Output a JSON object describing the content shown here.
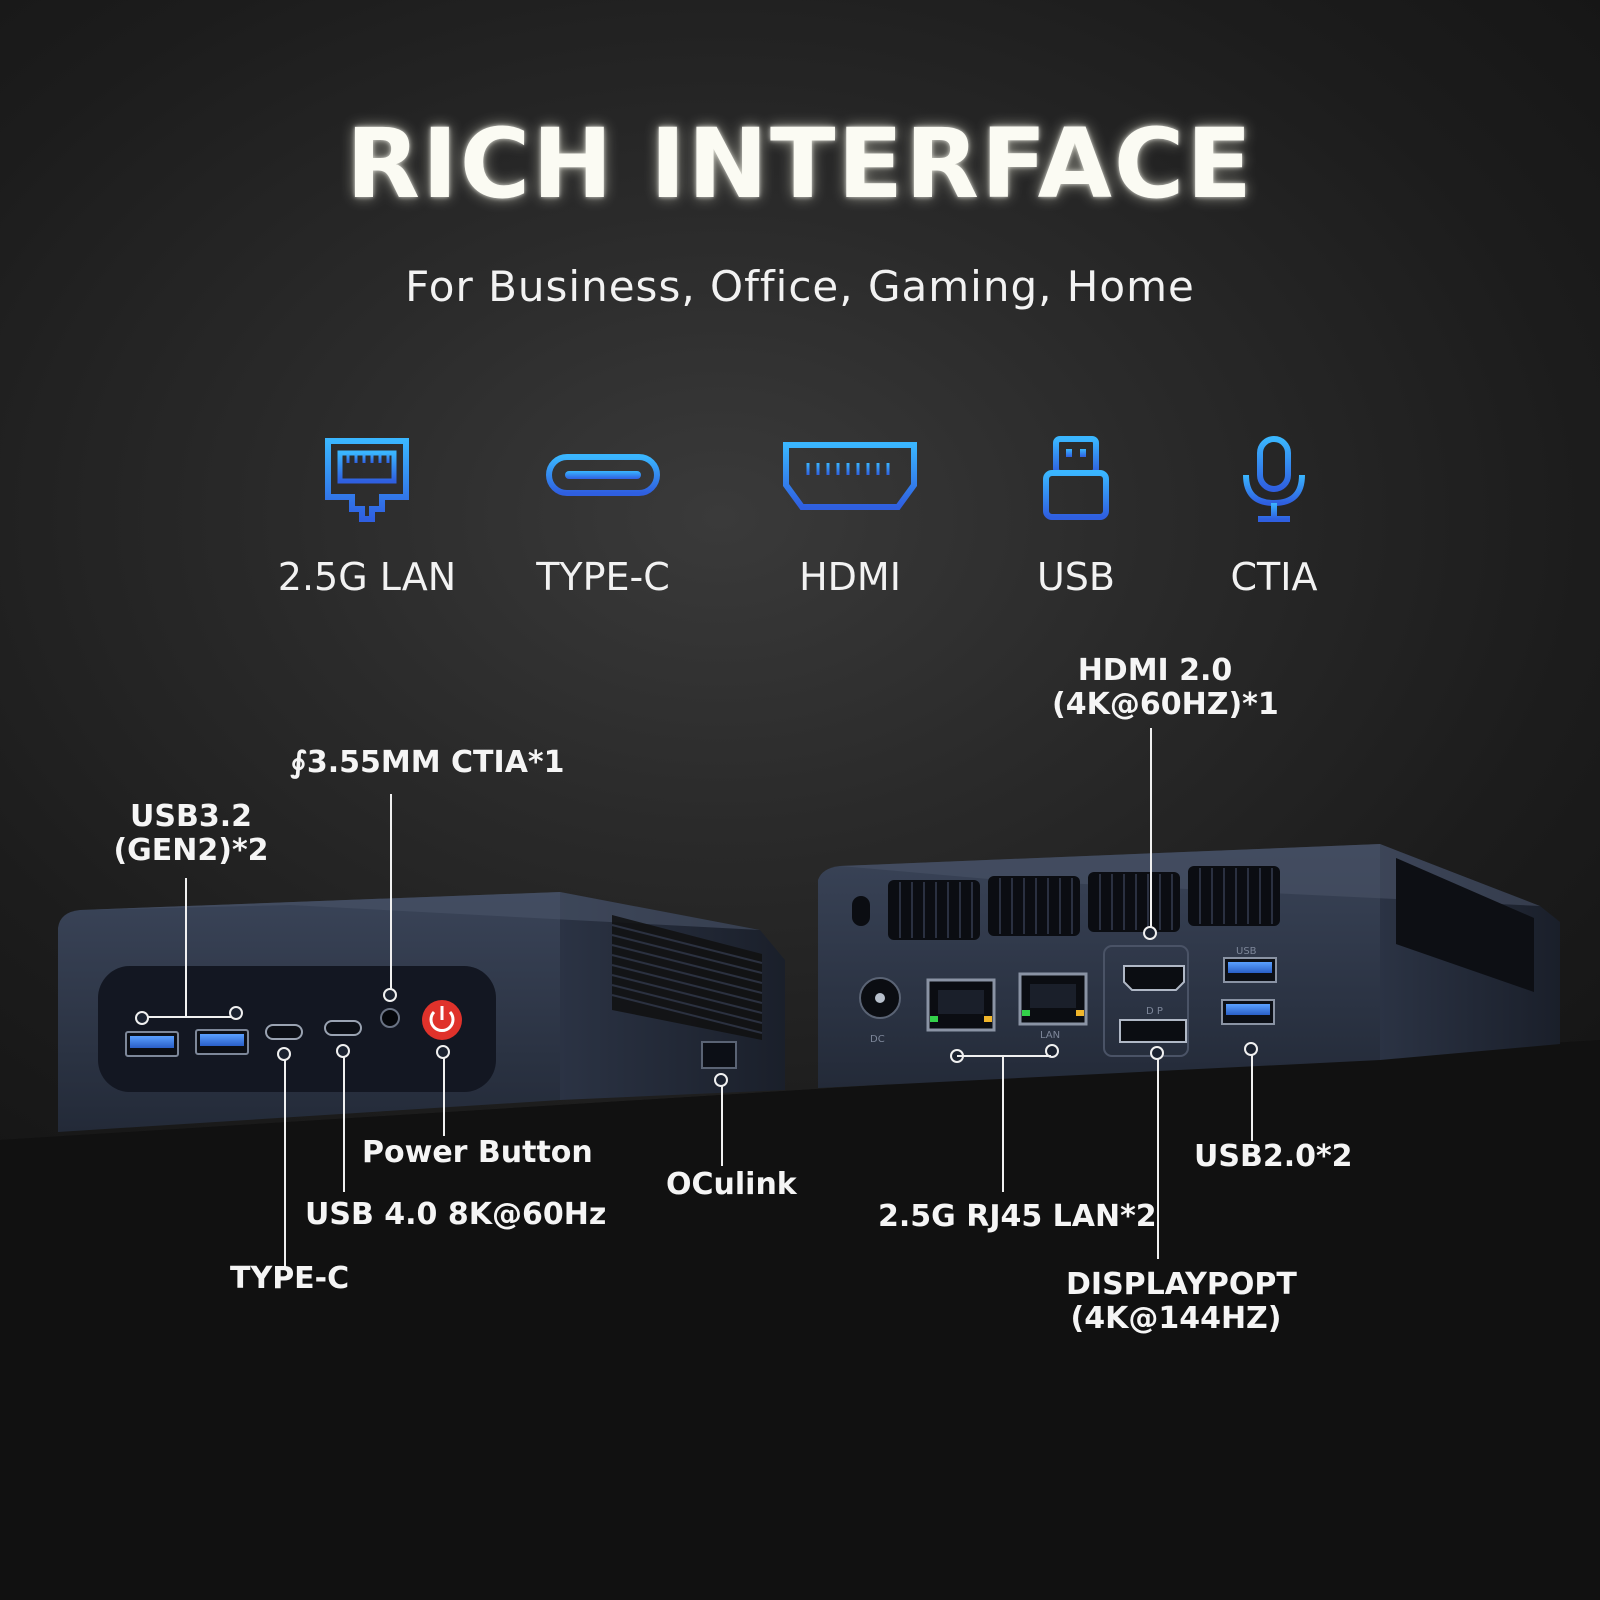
{
  "title": "RICH INTERFACE",
  "subtitle": "For Business, Office, Gaming, Home",
  "features": [
    {
      "label": "2.5G LAN",
      "icon": "ethernet-port-icon"
    },
    {
      "label": "TYPE-C",
      "icon": "usb-c-port-icon"
    },
    {
      "label": "HDMI",
      "icon": "hdmi-port-icon"
    },
    {
      "label": "USB",
      "icon": "usb-stick-icon"
    },
    {
      "label": "CTIA",
      "icon": "microphone-icon"
    }
  ],
  "icon_colors": {
    "top": "#3ab6ff",
    "bottom": "#2f5fe0"
  },
  "front_callouts": {
    "usb32": "USB3.2\n(GEN2)*2",
    "audio": "∮3.55MM CTIA*1",
    "power": "Power Button",
    "usb4": "USB 4.0 8K@60Hz",
    "typec": "TYPE-C",
    "oculink": "OCulink"
  },
  "rear_callouts": {
    "hdmi": "HDMI 2.0\n(4K@60HZ)*1",
    "lan": "2.5G RJ45 LAN*2",
    "usb20": "USB2.0*2",
    "dp": "DISPLAYPOPT\n(4K@144HZ)"
  },
  "port_markings": {
    "dc": "DC",
    "lan": "LAN",
    "usb": "USB",
    "dp": "D P"
  },
  "colors": {
    "device_body": "#2a3244",
    "power_red": "#e0322b",
    "usb_blue": "#3a78d8"
  }
}
